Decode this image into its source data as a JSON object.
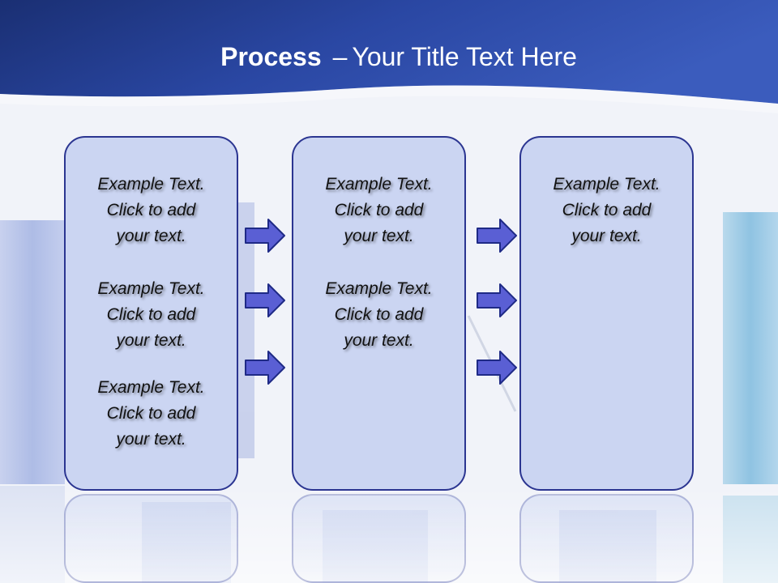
{
  "title": {
    "bold_text": "Process",
    "separator": "–",
    "rest_text": "Your Title Text Here"
  },
  "colors": {
    "header_dark": "#1a2f73",
    "header_light": "#3656b4",
    "box_fill": "#c8d3f1",
    "box_border": "#2b3591",
    "arrow_fill": "#5a5fd4",
    "arrow_border": "#1f2a86"
  },
  "columns": [
    {
      "blocks": [
        [
          "Example Text.",
          "Click  to add",
          "your text."
        ],
        [
          "Example Text.",
          "Click  to add",
          "your text."
        ],
        [
          "Example Text.",
          "Click  to add",
          "your text."
        ]
      ]
    },
    {
      "blocks": [
        [
          "Example Text.",
          "Click  to add",
          "your text."
        ],
        [
          "Example Text.",
          "Click  to add",
          "your text."
        ]
      ]
    },
    {
      "blocks": [
        [
          "Example Text.",
          "Click  to add",
          "your text."
        ]
      ]
    }
  ]
}
